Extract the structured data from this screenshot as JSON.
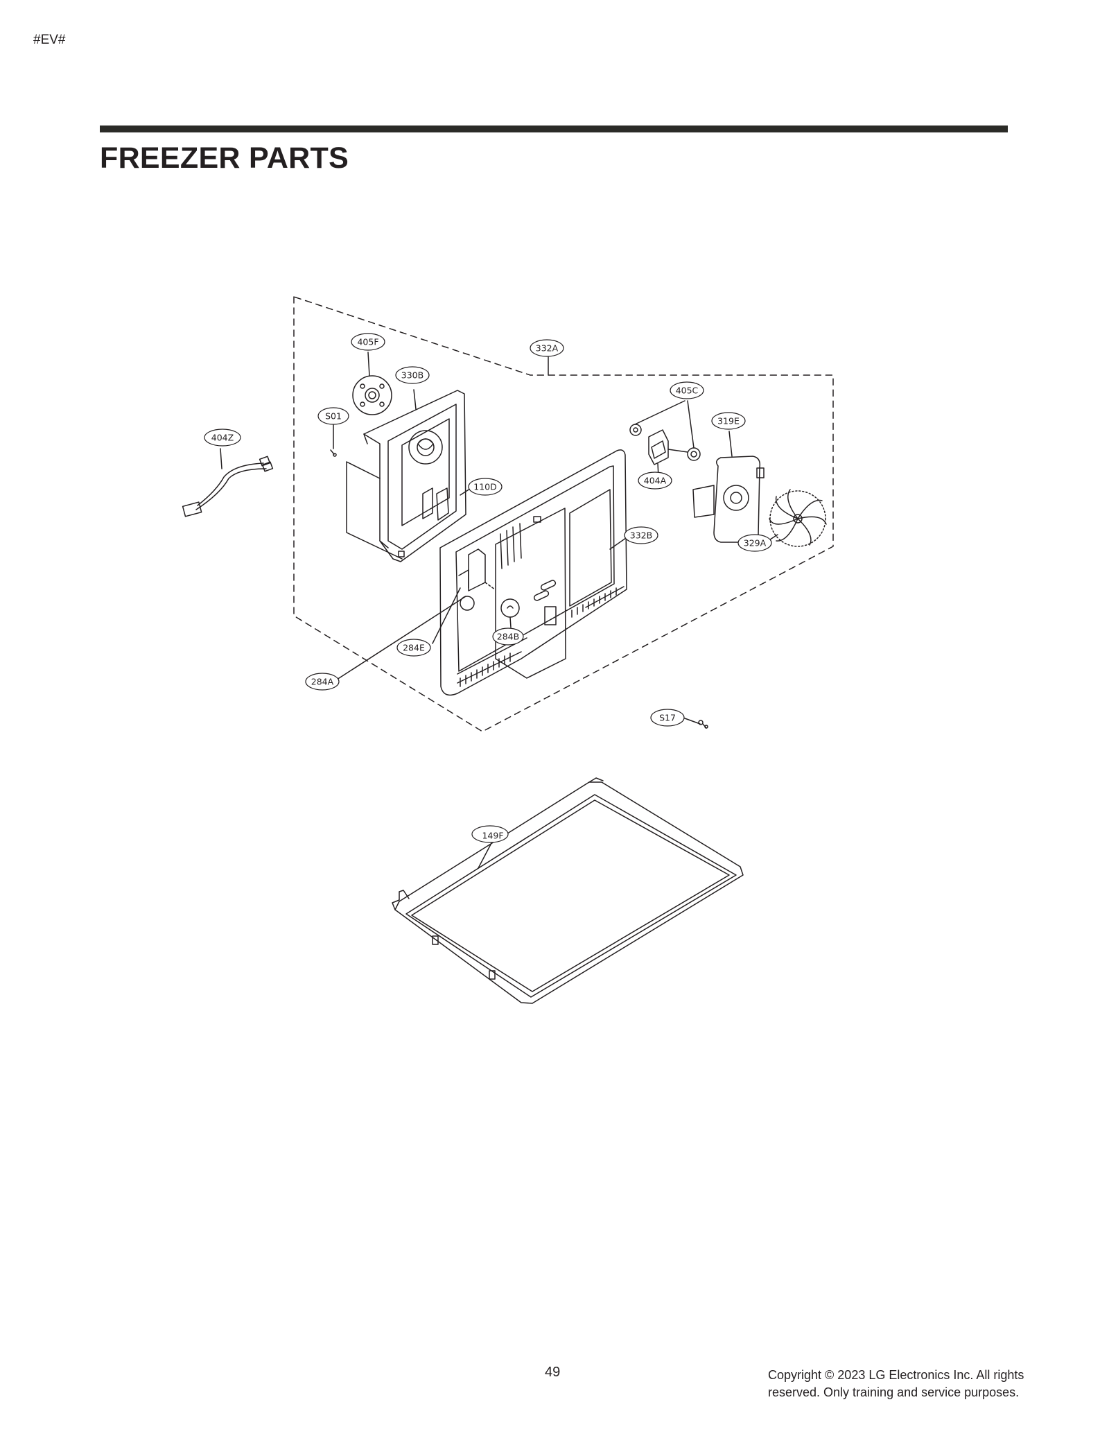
{
  "page": {
    "marker": "#EV#",
    "title": "FREEZER PARTS",
    "page_number": "49",
    "copyright_line1": "Copyright © 2023 LG Electronics Inc. All rights",
    "copyright_line2": "reserved. Only training and service purposes."
  },
  "diagram": {
    "callouts": {
      "c405F": "405F",
      "c332A": "332A",
      "c330B": "330B",
      "c405C": "405C",
      "cS01": "S01",
      "c319E": "319E",
      "c404Z": "404Z",
      "c404A": "404A",
      "c110D": "110D",
      "c332B": "332B",
      "c329A": "329A",
      "c284B": "284B",
      "c284E": "284E",
      "c284A": "284A",
      "cS17": "S17",
      "c149F": "149F"
    }
  }
}
